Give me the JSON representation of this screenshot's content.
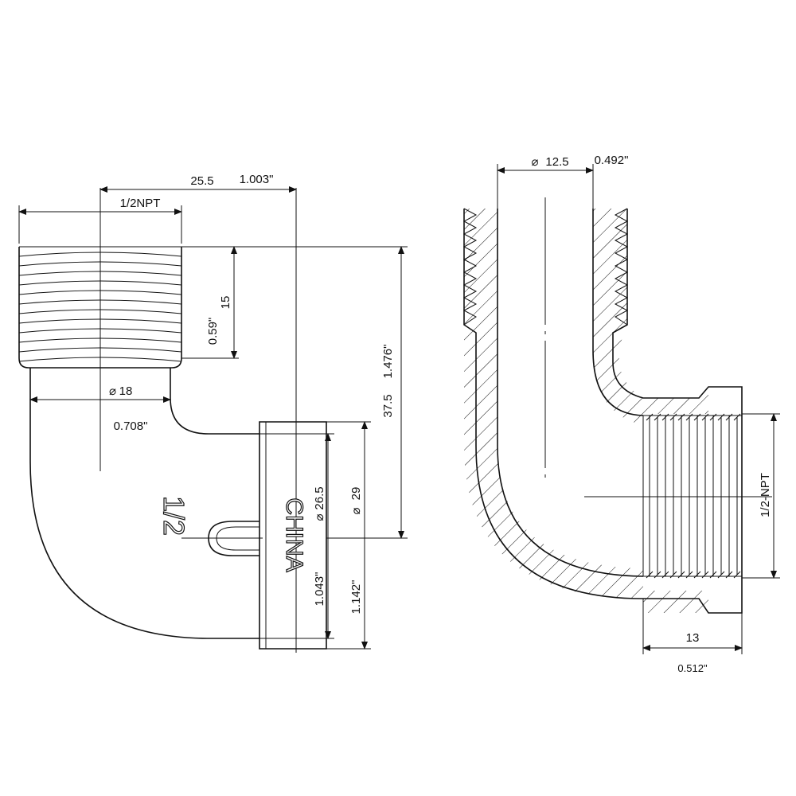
{
  "left_view": {
    "overall_width_mm": "25.5",
    "overall_width_in": "1.003\"",
    "thread_label": "1/2NPT",
    "thread_length_mm": "15",
    "thread_length_in": "0.59\"",
    "bore_dia_mm": "18",
    "bore_dia_in": "0.708\"",
    "height_mm": "37.5",
    "height_in": "1.476\"",
    "hex_inner_dia_mm": "26.5",
    "hex_outer_dia_mm": "29",
    "hex_inner_in": "1.043\"",
    "hex_outer_in": "1.142\"",
    "casting_size": "1/2",
    "casting_country": "CHINA"
  },
  "right_view": {
    "bore_dia_mm": "12.5",
    "bore_dia_in": "0.492\"",
    "female_thread_label": "1/2-NPT",
    "female_length_mm": "13",
    "female_length_in": "0.512\""
  }
}
